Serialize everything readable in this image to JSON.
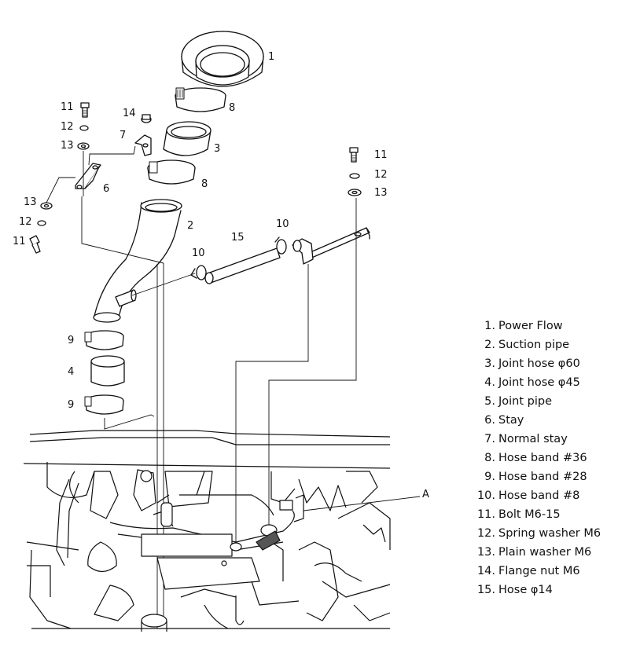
{
  "callouts": {
    "c1": "1",
    "c2": "2",
    "c3": "3",
    "c4": "4",
    "c6": "6",
    "c7": "7",
    "c8a": "8",
    "c8b": "8",
    "c9a": "9",
    "c9b": "9",
    "c10a": "10",
    "c10b": "10",
    "c11a": "11",
    "c11b": "11",
    "c11c": "11",
    "c12a": "12",
    "c12b": "12",
    "c12c": "12",
    "c13a": "13",
    "c13b": "13",
    "c13c": "13",
    "c14": "14",
    "c15": "15",
    "cA": "A"
  },
  "legend": [
    {
      "num": "1.",
      "label": "Power Flow"
    },
    {
      "num": "2.",
      "label": "Suction pipe"
    },
    {
      "num": "3.",
      "label": "Joint hose  φ60"
    },
    {
      "num": "4.",
      "label": "Joint hose  φ45"
    },
    {
      "num": "5.",
      "label": "Joint pipe"
    },
    {
      "num": "6.",
      "label": "Stay"
    },
    {
      "num": "7.",
      "label": "Normal stay"
    },
    {
      "num": "8.",
      "label": "Hose band  #36"
    },
    {
      "num": "9.",
      "label": "Hose band  #28"
    },
    {
      "num": "10.",
      "label": "Hose band  #8"
    },
    {
      "num": "11.",
      "label": "Bolt  M6-15"
    },
    {
      "num": "12.",
      "label": "Spring washer  M6"
    },
    {
      "num": "13.",
      "label": "Plain washer  M6"
    },
    {
      "num": "14.",
      "label": "Flange nut  M6"
    },
    {
      "num": "15.",
      "label": "Hose  φ14"
    }
  ]
}
